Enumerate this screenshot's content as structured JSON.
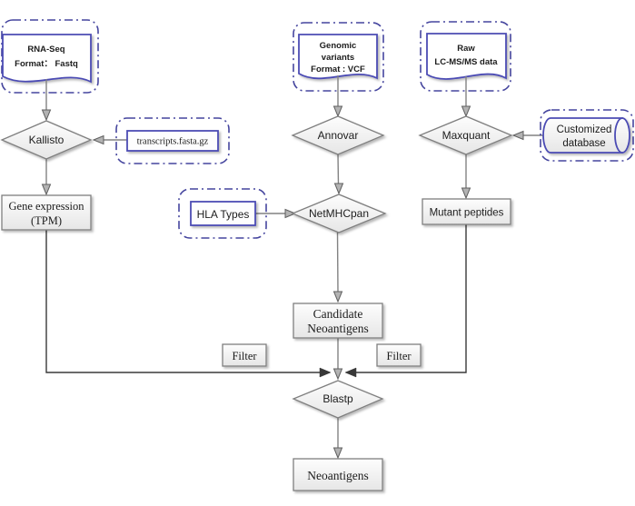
{
  "nodes": {
    "rna_seq_input": {
      "line1": "RNA-Seq",
      "line2": "Format： Fastq"
    },
    "genomic_input": {
      "line1": "Genomic",
      "line2": "variants",
      "line3": "Format : VCF"
    },
    "raw_ms_input": {
      "line1": "Raw",
      "line2": "LC-MS/MS data"
    },
    "kallisto": {
      "label": "Kallisto"
    },
    "transcripts": {
      "label": "transcripts.fasta.gz"
    },
    "annovar": {
      "label": "Annovar"
    },
    "maxquant": {
      "label": "Maxquant"
    },
    "customized_database": {
      "line1": "Customized",
      "line2": "database"
    },
    "gene_expression": {
      "line1": "Gene expression",
      "line2": "(TPM)"
    },
    "hla_types": {
      "label": "HLA Types"
    },
    "netmhcpan": {
      "label": "NetMHCpan"
    },
    "mutant_peptides": {
      "label": "Mutant peptides"
    },
    "candidate_neoantigens": {
      "line1": "Candidate",
      "line2": "Neoantigens"
    },
    "filter_left": {
      "label": "Filter"
    },
    "filter_right": {
      "label": "Filter"
    },
    "blastp": {
      "label": "Blastp"
    },
    "neoantigens": {
      "label": "Neoantigens"
    }
  },
  "colors": {
    "frame_blue": "#45459e",
    "shape_blue_border": "#4c4cb4",
    "shape_gray_border": "#7f7f7f",
    "connector_gray": "#828282",
    "connector_dark": "#3a3a3a",
    "shape_fill": "#f2f2f2",
    "background": "#ffffff"
  }
}
